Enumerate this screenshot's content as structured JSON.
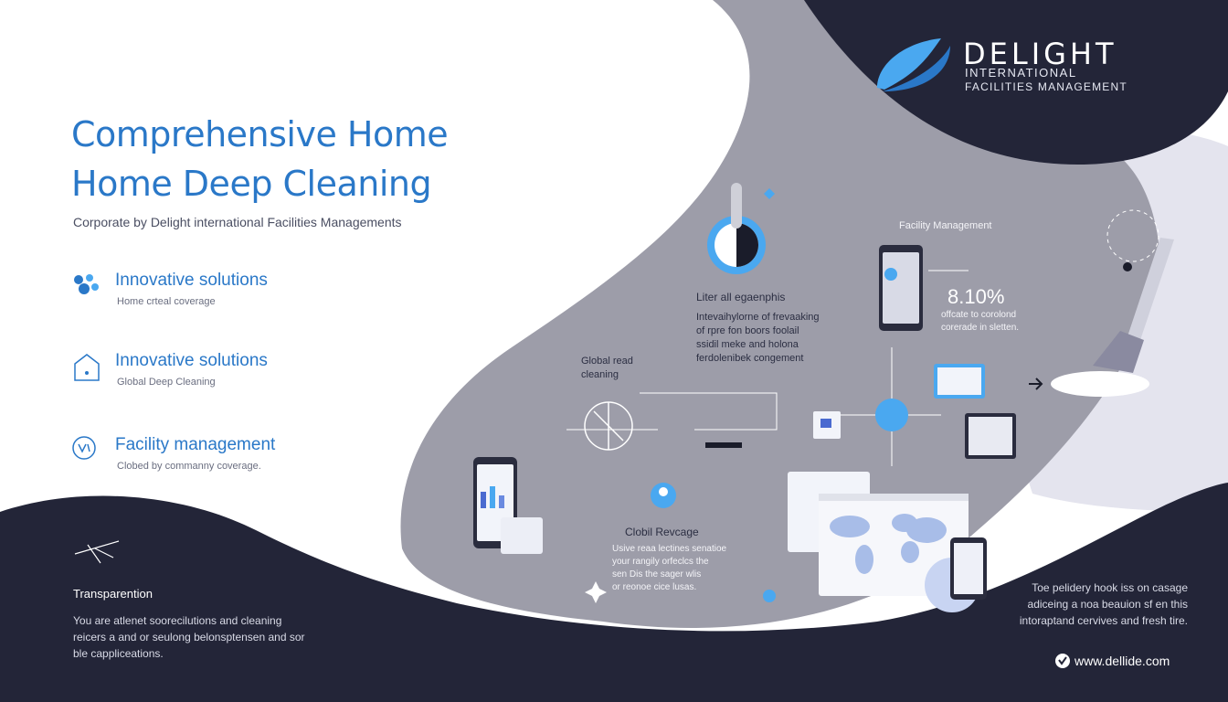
{
  "header": {
    "title_line1": "Comprehensive Home",
    "title_line2": "Home Deep Cleaning",
    "subtitle": "Corporate by Delight international Facilities Managements"
  },
  "logo": {
    "name": "DELIGHT",
    "line1": "INTERNATIONAL",
    "line2": "FACILITIES MANAGEMENT"
  },
  "features": [
    {
      "title": "Innovative solutions",
      "subtitle": "Home crteal coverage",
      "icon": "network-icon"
    },
    {
      "title": "Innovative solutions",
      "subtitle": "Global Deep Cleaning",
      "icon": "home-icon"
    },
    {
      "title": "Facility management",
      "subtitle": "Clobed by commanny coverage.",
      "icon": "circle-logo-icon"
    }
  ],
  "center": {
    "block1_title": "Liter all egaenphis",
    "block1_lines": [
      "Intevaihylorne of frevaaking",
      "of rpre fon boors foolail",
      "ssidil meke and holona",
      "ferdolenibek congement"
    ],
    "global_read": [
      "Global read",
      "cleaning"
    ],
    "coverage_title": "Clobil Revcage",
    "coverage_lines": [
      "Usive reaa lectines senatioe",
      "your rangily orfeclcs the",
      "sen Dis the sager wlis",
      "or reonoe cice lusas."
    ]
  },
  "facility": {
    "label": "Facility Management",
    "stat": "8.10%",
    "stat_lines": [
      "offcate to corolond",
      "corerade in sletten."
    ]
  },
  "bottom_left": {
    "title": "Transparention",
    "lines": [
      "You are atlenet soorecilutions and cleaning",
      "reicers a and or seulong belonsptensen and sor",
      "ble cappliceations."
    ]
  },
  "bottom_right": {
    "lines": [
      "Toe pelidery hook iss on casage",
      "adiceing a noa beauion sf en this",
      "intoraptand cervives and fresh tire."
    ],
    "website": "www.dellide.com"
  },
  "colors": {
    "accent_blue": "#2a78c8",
    "navy": "#222437",
    "gray_panel": "#9b9ba6",
    "light_panel": "#e6e6ee",
    "highlight_blue": "#4aa8f0"
  }
}
